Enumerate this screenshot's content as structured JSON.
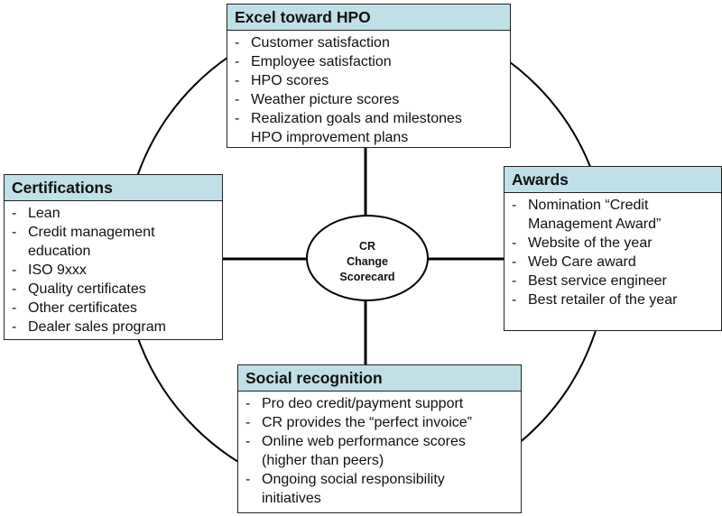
{
  "center": {
    "lines": [
      "CR",
      "Change",
      "Scorecard"
    ]
  },
  "top": {
    "title": "Excel toward HPO",
    "items": [
      "Customer satisfaction",
      "Employee satisfaction",
      "HPO scores",
      "Weather picture scores",
      "Realization goals and milestones"
    ],
    "extra_line": "HPO improvement plans"
  },
  "left": {
    "title": "Certifications",
    "items": [
      {
        "a": "Lean",
        "b": ""
      },
      {
        "a": "Credit management",
        "b": "education"
      },
      {
        "a": "ISO 9xxx",
        "b": ""
      },
      {
        "a": "Quality certificates",
        "b": ""
      },
      {
        "a": "Other certificates",
        "b": ""
      },
      {
        "a": "Dealer sales program",
        "b": ""
      }
    ]
  },
  "right": {
    "title": "Awards",
    "items": [
      {
        "a": "Nomination “Credit",
        "b": "Management Award”"
      },
      {
        "a": "Website of the year",
        "b": ""
      },
      {
        "a": "Web Care award",
        "b": ""
      },
      {
        "a": "Best service engineer",
        "b": ""
      },
      {
        "a": "Best retailer of the year",
        "b": ""
      }
    ]
  },
  "bottom": {
    "title": "Social recognition",
    "items": [
      {
        "a": "Pro deo credit/payment support",
        "b": ""
      },
      {
        "a": "CR provides the “perfect invoice”",
        "b": ""
      },
      {
        "a": "Online web performance scores",
        "b": "(higher than peers)"
      },
      {
        "a": "Ongoing social responsibility",
        "b": "initiatives"
      }
    ]
  },
  "colors": {
    "header_fill": "#bfe0e6",
    "line": "#000000"
  }
}
